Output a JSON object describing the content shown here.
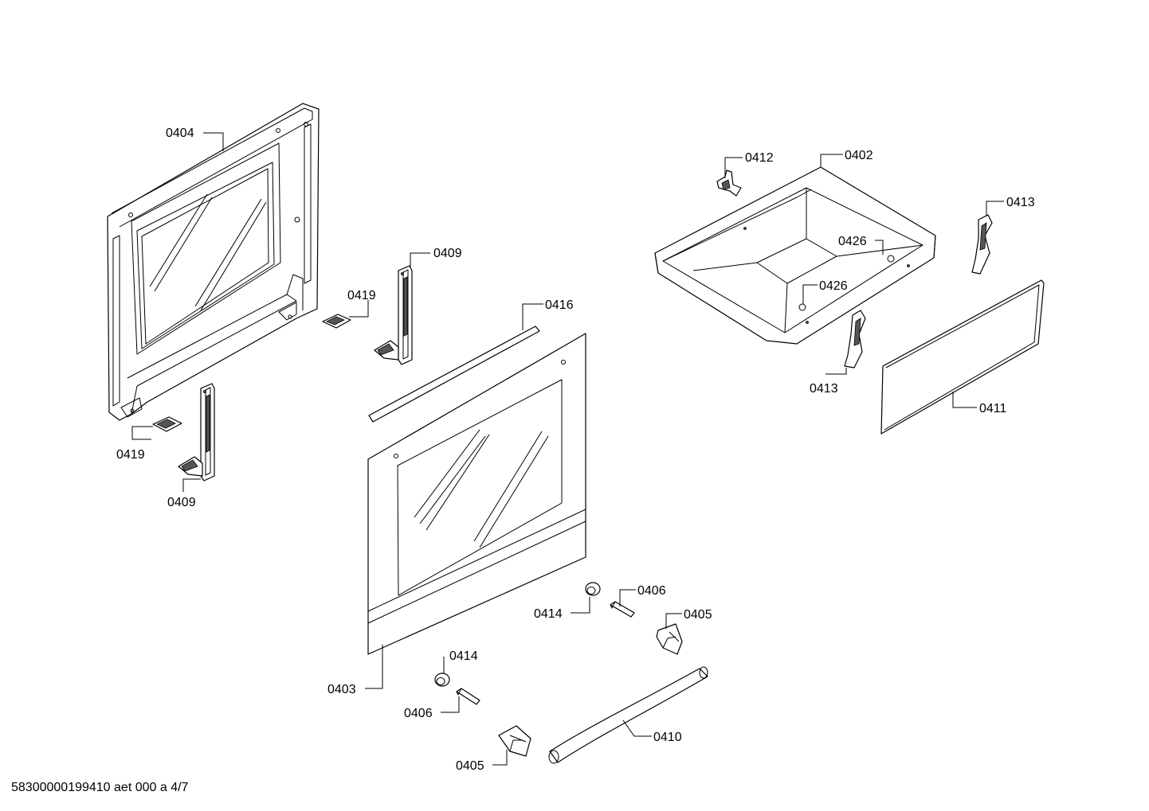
{
  "callouts": {
    "c0404": "0404",
    "c0419_top": "0419",
    "c0409_top": "0409",
    "c0419_bottom": "0419",
    "c0409_bottom": "0409",
    "c0416": "0416",
    "c0403": "0403",
    "c0414_right": "0414",
    "c0406_right": "0406",
    "c0405_right": "0405",
    "c0414_left": "0414",
    "c0406_left": "0406",
    "c0405_left": "0405",
    "c0410": "0410",
    "c0412": "0412",
    "c0402": "0402",
    "c0413_top": "0413",
    "c0426_top": "0426",
    "c0426_bottom": "0426",
    "c0413_bottom": "0413",
    "c0411": "0411"
  },
  "footer": {
    "drawing_id": "58300000199410 aet 000 a 4/7"
  },
  "colors": {
    "line": "#000000",
    "background": "#ffffff"
  }
}
